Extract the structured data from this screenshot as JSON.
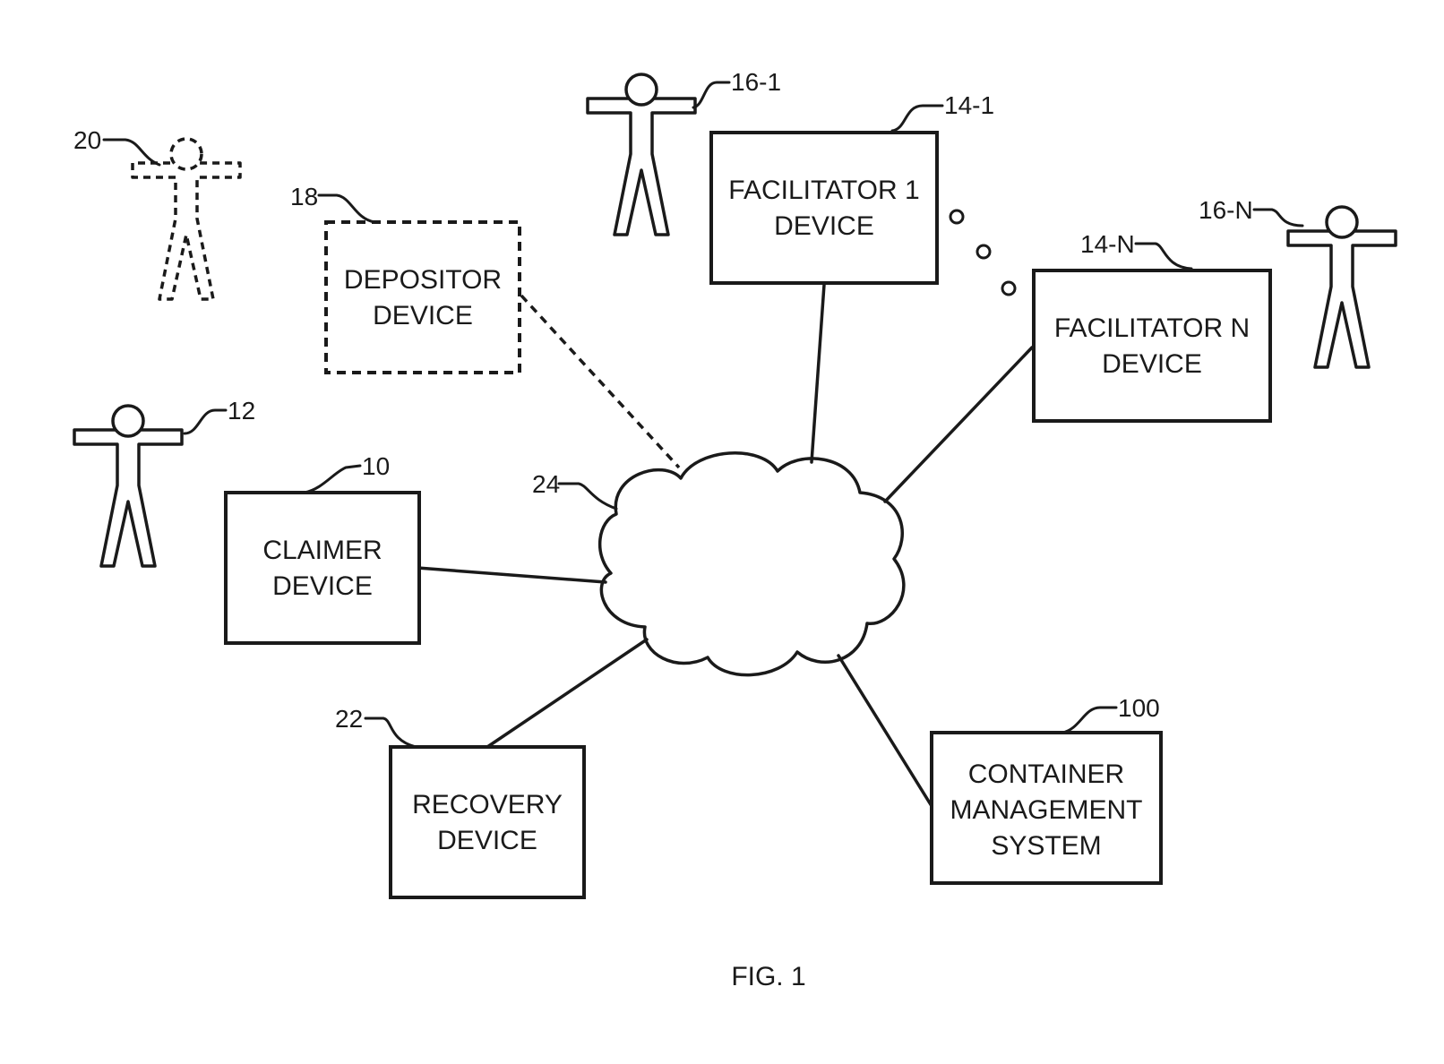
{
  "figure": {
    "caption": "FIG. 1",
    "boxes": {
      "facilitator_1": {
        "line1": "FACILITATOR 1",
        "line2": "DEVICE"
      },
      "facilitator_n": {
        "line1": "FACILITATOR N",
        "line2": "DEVICE"
      },
      "depositor": {
        "line1": "DEPOSITOR",
        "line2": "DEVICE"
      },
      "claimer": {
        "line1": "CLAIMER",
        "line2": "DEVICE"
      },
      "recovery": {
        "line1": "RECOVERY",
        "line2": "DEVICE"
      },
      "container": {
        "line1": "CONTAINER",
        "line2": "MANAGEMENT",
        "line3": "SYSTEM"
      }
    },
    "refs": {
      "person_16_1": "16-1",
      "facilitator_1": "14-1",
      "person_20": "20",
      "depositor": "18",
      "person_16_n": "16-N",
      "facilitator_n": "14-N",
      "person_12": "12",
      "claimer": "10",
      "network": "24",
      "recovery": "22",
      "container": "100"
    }
  }
}
